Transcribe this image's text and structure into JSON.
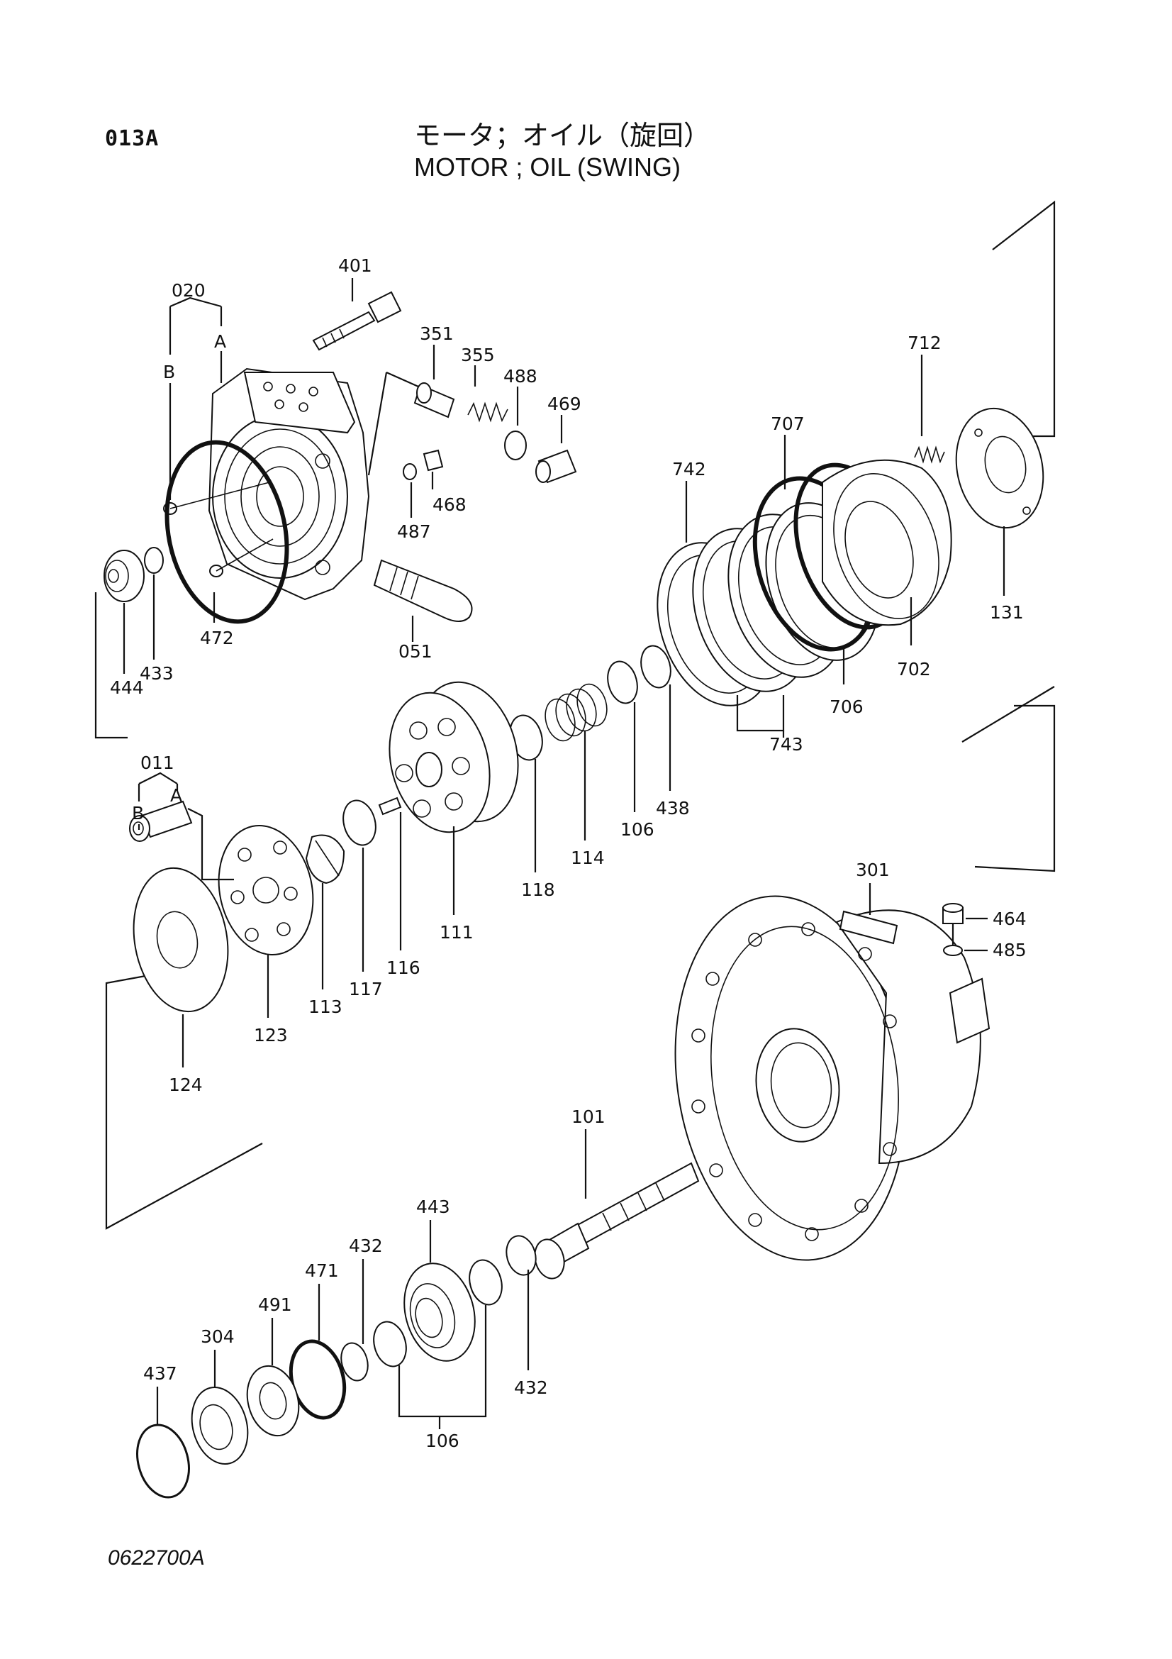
{
  "header": {
    "page_code": "013A",
    "title_jp": "モータ；オイル（旋回）",
    "title_en": "MOTOR ; OIL (SWING)"
  },
  "footer": {
    "drawing_number": "0622700A"
  },
  "labels": {
    "p401": "401",
    "p020": "020",
    "p020A": "A",
    "p020B": "B",
    "p351": "351",
    "p355": "355",
    "p488": "488",
    "p469": "469",
    "p487": "487",
    "p468": "468",
    "p472": "472",
    "p051": "051",
    "p433": "433",
    "p444": "444",
    "p742": "742",
    "p707": "707",
    "p712": "712",
    "p131": "131",
    "p702": "702",
    "p706": "706",
    "p743": "743",
    "p438": "438",
    "p106a": "106",
    "p114": "114",
    "p118": "118",
    "p011": "011",
    "p011A": "A",
    "p011B": "B",
    "p111": "111",
    "p116": "116",
    "p117": "117",
    "p113": "113",
    "p123": "123",
    "p124": "124",
    "p301": "301",
    "p464": "464",
    "p485": "485",
    "p101": "101",
    "p443": "443",
    "p432a": "432",
    "p432b": "432",
    "p471": "471",
    "p491": "491",
    "p304": "304",
    "p437": "437",
    "p106b": "106"
  }
}
